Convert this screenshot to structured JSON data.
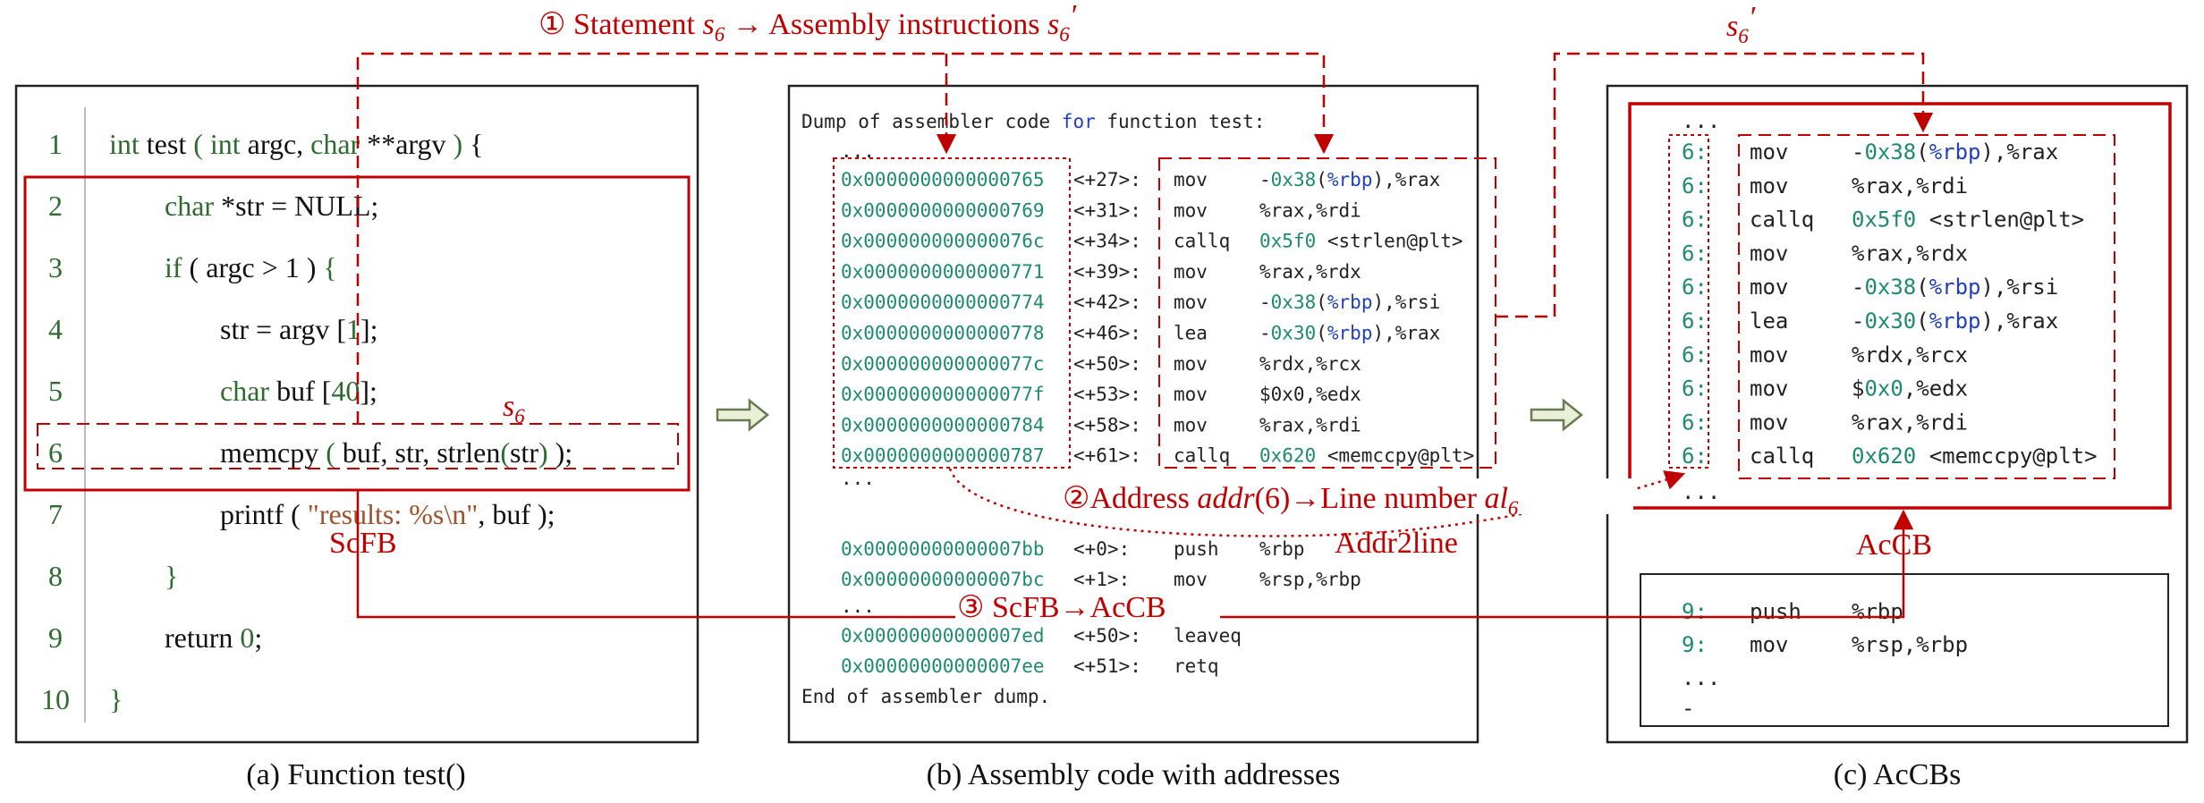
{
  "panel_a": {
    "caption": "(a) Function test()",
    "lines": [
      {
        "n": "1",
        "parts": [
          {
            "t": "int",
            "c": "type"
          },
          {
            "t": " test ",
            "c": "txt"
          },
          {
            "t": "(",
            "c": "paren"
          },
          {
            "t": " ",
            "c": "txt"
          },
          {
            "t": "int",
            "c": "type"
          },
          {
            "t": " argc, ",
            "c": "txt"
          },
          {
            "t": "char",
            "c": "type"
          },
          {
            "t": " **argv ",
            "c": "txt"
          },
          {
            "t": ")",
            "c": "paren"
          },
          {
            "t": " {",
            "c": "txt"
          }
        ]
      },
      {
        "n": "2",
        "parts": [
          {
            "t": "char",
            "c": "type"
          },
          {
            "t": " *str = NULL;",
            "c": "txt"
          }
        ]
      },
      {
        "n": "3",
        "parts": [
          {
            "t": "if",
            "c": "type"
          },
          {
            "t": " ( argc > 1 ) ",
            "c": "txt"
          },
          {
            "t": "{",
            "c": "paren"
          }
        ]
      },
      {
        "n": "4",
        "parts": [
          {
            "t": "str = argv [",
            "c": "txt"
          },
          {
            "t": "1",
            "c": "num"
          },
          {
            "t": "];",
            "c": "txt"
          }
        ]
      },
      {
        "n": "5",
        "parts": [
          {
            "t": "char",
            "c": "type"
          },
          {
            "t": " buf [",
            "c": "txt"
          },
          {
            "t": "40",
            "c": "num"
          },
          {
            "t": "];",
            "c": "txt"
          }
        ]
      },
      {
        "n": "6",
        "parts": [
          {
            "t": "memcpy ",
            "c": "txt"
          },
          {
            "t": "(",
            "c": "paren"
          },
          {
            "t": " buf, str, strlen",
            "c": "txt"
          },
          {
            "t": "(",
            "c": "paren"
          },
          {
            "t": "str",
            "c": "txt"
          },
          {
            "t": ")",
            "c": "paren"
          },
          {
            "t": " );",
            "c": "txt"
          }
        ]
      },
      {
        "n": "7",
        "parts": [
          {
            "t": "printf ( ",
            "c": "txt"
          },
          {
            "t": "\"results: %s\\n\"",
            "c": "str"
          },
          {
            "t": ", buf );",
            "c": "txt"
          }
        ]
      },
      {
        "n": "8",
        "parts": [
          {
            "t": "}",
            "c": "paren"
          }
        ]
      },
      {
        "n": "9",
        "parts": [
          {
            "t": "return ",
            "c": "txt"
          },
          {
            "t": "0",
            "c": "num"
          },
          {
            "t": ";",
            "c": "txt"
          }
        ]
      },
      {
        "n": "10",
        "parts": [
          {
            "t": "}",
            "c": "paren"
          }
        ]
      }
    ],
    "s6_label": "s",
    "s6_sub": "6",
    "scfb_label": "ScFB"
  },
  "panel_b": {
    "caption": "(b) Assembly code with addresses",
    "header": [
      {
        "t": "Dump of assembler code ",
        "c": "plain"
      },
      {
        "t": "for",
        "c": "kw"
      },
      {
        "t": " function test:",
        "c": "plain"
      }
    ],
    "ellipsis": "...",
    "rows": [
      {
        "addr": "0x0000000000000765",
        "off": "<+27>:",
        "op": "mov",
        "args": [
          {
            "t": "-",
            "c": "plain"
          },
          {
            "t": "0x38",
            "c": "hex"
          },
          {
            "t": "(",
            "c": "plain"
          },
          {
            "t": "%rbp",
            "c": "reg"
          },
          {
            "t": "),%rax",
            "c": "plain"
          }
        ]
      },
      {
        "addr": "0x0000000000000769",
        "off": "<+31>:",
        "op": "mov",
        "args": [
          {
            "t": "%rax,%rdi",
            "c": "plain"
          }
        ]
      },
      {
        "addr": "0x000000000000076c",
        "off": "<+34>:",
        "op": "callq",
        "args": [
          {
            "t": "0x5f0",
            "c": "hex"
          },
          {
            "t": " <strlen@plt>",
            "c": "plain"
          }
        ]
      },
      {
        "addr": "0x0000000000000771",
        "off": "<+39>:",
        "op": "mov",
        "args": [
          {
            "t": "%rax,%rdx",
            "c": "plain"
          }
        ]
      },
      {
        "addr": "0x0000000000000774",
        "off": "<+42>:",
        "op": "mov",
        "args": [
          {
            "t": "-",
            "c": "plain"
          },
          {
            "t": "0x38",
            "c": "hex"
          },
          {
            "t": "(",
            "c": "plain"
          },
          {
            "t": "%rbp",
            "c": "reg"
          },
          {
            "t": "),%rsi",
            "c": "plain"
          }
        ]
      },
      {
        "addr": "0x0000000000000778",
        "off": "<+46>:",
        "op": "lea",
        "args": [
          {
            "t": "-",
            "c": "plain"
          },
          {
            "t": "0x30",
            "c": "hex"
          },
          {
            "t": "(",
            "c": "plain"
          },
          {
            "t": "%rbp",
            "c": "reg"
          },
          {
            "t": "),%rax",
            "c": "plain"
          }
        ]
      },
      {
        "addr": "0x000000000000077c",
        "off": "<+50>:",
        "op": "mov",
        "args": [
          {
            "t": "%rdx,%rcx",
            "c": "plain"
          }
        ]
      },
      {
        "addr": "0x000000000000077f",
        "off": "<+53>:",
        "op": "mov",
        "args": [
          {
            "t": "$0x0,%edx",
            "c": "plain"
          }
        ]
      },
      {
        "addr": "0x0000000000000784",
        "off": "<+58>:",
        "op": "mov",
        "args": [
          {
            "t": "%rax,%rdi",
            "c": "plain"
          }
        ]
      },
      {
        "addr": "0x0000000000000787",
        "off": "<+61>:",
        "op": "callq",
        "args": [
          {
            "t": "0x620",
            "c": "hex"
          },
          {
            "t": " <memccpy@plt>",
            "c": "plain"
          }
        ]
      }
    ],
    "rows2": [
      {
        "addr": "0x00000000000007bb",
        "off": "<+0>:",
        "op": "push",
        "args": [
          {
            "t": "%rbp",
            "c": "plain"
          }
        ]
      },
      {
        "addr": "0x00000000000007bc",
        "off": "<+1>:",
        "op": "mov",
        "args": [
          {
            "t": "%rsp,%rbp",
            "c": "plain"
          }
        ]
      }
    ],
    "rows3": [
      {
        "addr": "0x00000000000007ed",
        "off": "<+50>:",
        "op": "leaveq",
        "args": []
      },
      {
        "addr": "0x00000000000007ee",
        "off": "<+51>:",
        "op": "retq",
        "args": []
      }
    ],
    "footer": "End of assembler dump."
  },
  "panel_c": {
    "caption": "(c) AcCBs",
    "accb_label": "AcCB",
    "ellipsis": "...",
    "rows": [
      {
        "line": "6:",
        "op": "mov",
        "args": [
          {
            "t": "-",
            "c": "plain"
          },
          {
            "t": "0x38",
            "c": "hex"
          },
          {
            "t": "(",
            "c": "plain"
          },
          {
            "t": "%rbp",
            "c": "reg"
          },
          {
            "t": "),%rax",
            "c": "plain"
          }
        ]
      },
      {
        "line": "6:",
        "op": "mov",
        "args": [
          {
            "t": "%rax,%rdi",
            "c": "plain"
          }
        ]
      },
      {
        "line": "6:",
        "op": "callq",
        "args": [
          {
            "t": "0x5f0",
            "c": "hex"
          },
          {
            "t": " <strlen@plt>",
            "c": "plain"
          }
        ]
      },
      {
        "line": "6:",
        "op": "mov",
        "args": [
          {
            "t": "%rax,%rdx",
            "c": "plain"
          }
        ]
      },
      {
        "line": "6:",
        "op": "mov",
        "args": [
          {
            "t": "-",
            "c": "plain"
          },
          {
            "t": "0x38",
            "c": "hex"
          },
          {
            "t": "(",
            "c": "plain"
          },
          {
            "t": "%rbp",
            "c": "reg"
          },
          {
            "t": "),%rsi",
            "c": "plain"
          }
        ]
      },
      {
        "line": "6:",
        "op": "lea",
        "args": [
          {
            "t": "-",
            "c": "plain"
          },
          {
            "t": "0x30",
            "c": "hex"
          },
          {
            "t": "(",
            "c": "plain"
          },
          {
            "t": "%rbp",
            "c": "reg"
          },
          {
            "t": "),%rax",
            "c": "plain"
          }
        ]
      },
      {
        "line": "6:",
        "op": "mov",
        "args": [
          {
            "t": "%rdx,%rcx",
            "c": "plain"
          }
        ]
      },
      {
        "line": "6:",
        "op": "mov",
        "args": [
          {
            "t": "$",
            "c": "plain"
          },
          {
            "t": "0x0",
            "c": "hex"
          },
          {
            "t": ",%edx",
            "c": "plain"
          }
        ]
      },
      {
        "line": "6:",
        "op": "mov",
        "args": [
          {
            "t": "%rax,%rdi",
            "c": "plain"
          }
        ]
      },
      {
        "line": "6:",
        "op": "callq",
        "args": [
          {
            "t": "0x620",
            "c": "hex"
          },
          {
            "t": " <memccpy@plt>",
            "c": "plain"
          }
        ]
      }
    ],
    "rows2": [
      {
        "line": "9:",
        "op": "push",
        "args": [
          {
            "t": "%rbp",
            "c": "plain"
          }
        ]
      },
      {
        "line": "9:",
        "op": "mov",
        "args": [
          {
            "t": "%rsp,%rbp",
            "c": "plain"
          }
        ]
      }
    ]
  },
  "annotations": {
    "step1": {
      "num": "①",
      "pre": " Statement ",
      "s": "s",
      "sub": "6",
      "mid": " → Assembly instructions ",
      "s2": "s",
      "sub2": "6",
      "prime": "′"
    },
    "s6prime": {
      "s": "s",
      "sub": "6",
      "prime": "′"
    },
    "step2": {
      "num": "②",
      "pre": "Address ",
      "addr": "addr",
      "mid": "(6)→Line number ",
      "al": "al",
      "sub": "6"
    },
    "addr2line": "Addr2line",
    "step3": {
      "num": "③",
      "text": " ScFB→AcCB"
    }
  },
  "colors": {
    "red": "#c00000",
    "green_type": "#2e6b2e",
    "teal": "#1e8a6e",
    "blue": "#2040c0",
    "string": "#a0522d",
    "arrow_fill": "#e8f0d8",
    "arrow_stroke": "#6a7a50"
  }
}
